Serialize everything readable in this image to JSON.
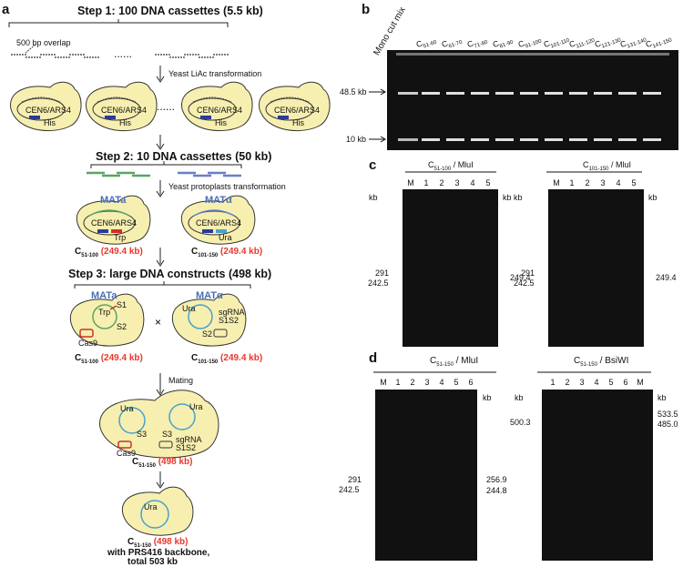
{
  "panel_a": {
    "letter": "a",
    "step1": "Step 1: 100 DNA cassettes (5.5 kb)",
    "overlap": "500 bp overlap",
    "yeast_liac": "Yeast LiAc transformation",
    "cen": "CEN6/ARS4",
    "his": "His",
    "dots": "......",
    "step2": "Step 2: 10 DNA cassettes (50 kb)",
    "protoplast": "Yeast protoplasts transformation",
    "mata": "MATa",
    "matalpha": "MATα",
    "trp": "Trp",
    "ura": "Ura",
    "c51_100": "C",
    "c51_100_sub": "51-100",
    "c101_150_sub": "101-150",
    "size_249": "(249.4 kb)",
    "step3": "Step 3: large DNA constructs (498 kb)",
    "cas9": "Cas9",
    "s1": "S1",
    "s2": "S2",
    "s3": "S3",
    "sgrna": "sgRNA",
    "s1s2": "S1S2",
    "times": "×",
    "mating": "Mating",
    "c51_150_sub": "51-150",
    "size_498": "(498 kb)",
    "backbone1": "with PRS416 backbone,",
    "backbone2": "total 503 kb"
  },
  "panel_b": {
    "letter": "b",
    "lanes": [
      "Mono cut mix",
      "C51-60",
      "C61-70",
      "C71-80",
      "C81-90",
      "C91-100",
      "C101-110",
      "C111-120",
      "C121-130",
      "C131-140",
      "C141-150"
    ],
    "lane_main": [
      "C",
      "C",
      "C",
      "C",
      "C",
      "C",
      "C",
      "C",
      "C",
      "C"
    ],
    "lane_subs": [
      "51-60",
      "61-70",
      "71-80",
      "81-90",
      "91-100",
      "101-110",
      "111-120",
      "121-130",
      "131-140",
      "141-150"
    ],
    "marker1": "48.5 kb",
    "marker2": "10 kb"
  },
  "panel_c": {
    "letter": "c",
    "left_title": "C",
    "left_title_sub": "51-100",
    "left_enzyme": " / MluI",
    "right_title_sub": "101-150",
    "lanes": [
      "M",
      "1",
      "2",
      "3",
      "4",
      "5"
    ],
    "kb": "kb",
    "m291": "291",
    "m242": "242.5",
    "band": "249.4"
  },
  "panel_d": {
    "letter": "d",
    "left_title_sub": "51-150",
    "left_enzyme": " / MluI",
    "right_enzyme": " / BsiWI",
    "left_lanes": [
      "M",
      "1",
      "2",
      "3",
      "4",
      "5",
      "6"
    ],
    "right_lanes": [
      "1",
      "2",
      "3",
      "4",
      "5",
      "6",
      "M"
    ],
    "kb": "kb",
    "m291": "291",
    "m242": "242.5",
    "b256": "256.9",
    "b244": "244.8",
    "b500": "500.3",
    "b533": "533.5",
    "b485": "485.0"
  }
}
